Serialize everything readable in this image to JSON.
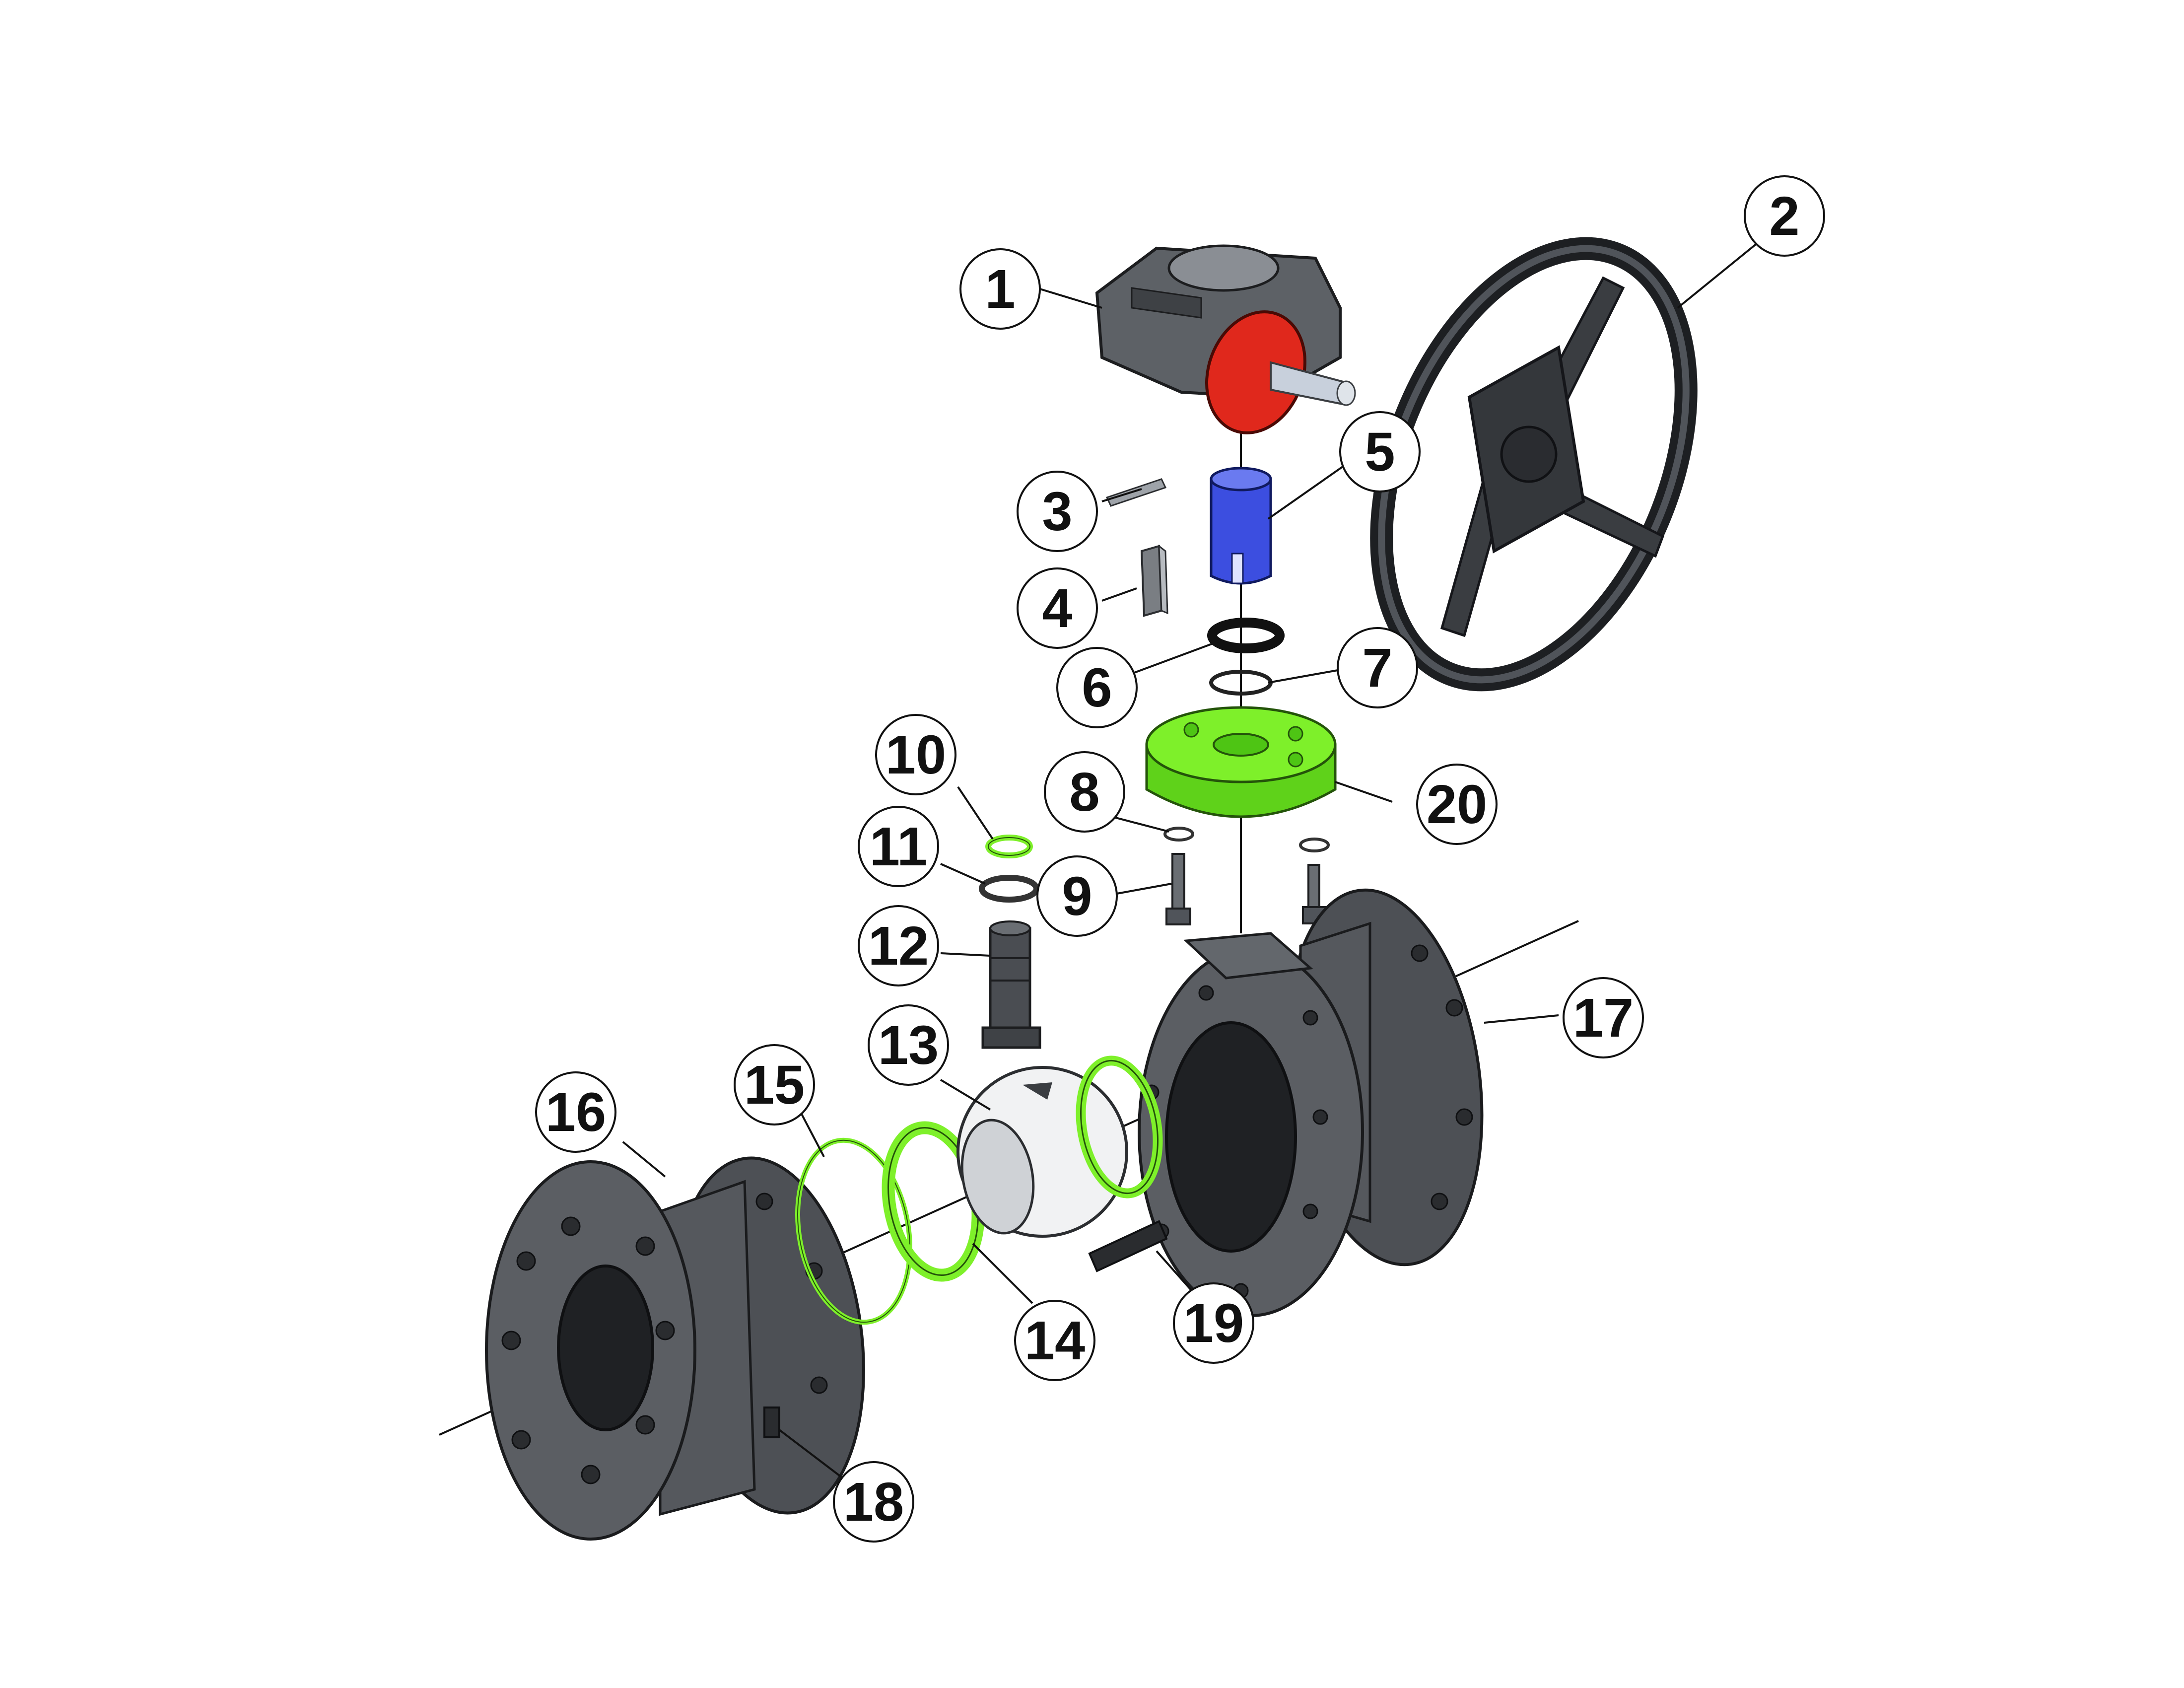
{
  "diagram": {
    "callouts": [
      "1",
      "2",
      "3",
      "4",
      "5",
      "6",
      "7",
      "8",
      "9",
      "10",
      "11",
      "12",
      "13",
      "14",
      "15",
      "16",
      "17",
      "18",
      "19",
      "20"
    ]
  },
  "colors": {
    "gearbox_body": "#5d6166",
    "gearbox_flange": "#e0281c",
    "stem_adapter": "#3c4ee0",
    "bonnet_plate": "#7ef02a",
    "seat_ring": "#7ef02a",
    "handwheel": "#3a3d41",
    "ball": "#f1f2f3",
    "body": "#5b5e63"
  },
  "parts": [
    {
      "callout": "1",
      "icon": "gearbox-icon"
    },
    {
      "callout": "2",
      "icon": "handwheel-icon"
    },
    {
      "callout": "3",
      "icon": "pin-icon"
    },
    {
      "callout": "4",
      "icon": "key-icon"
    },
    {
      "callout": "5",
      "icon": "stem-adapter-icon"
    },
    {
      "callout": "6",
      "icon": "gasket-icon"
    },
    {
      "callout": "7",
      "icon": "o-ring-icon"
    },
    {
      "callout": "8",
      "icon": "lock-washer-icon"
    },
    {
      "callout": "9",
      "icon": "bolt-icon"
    },
    {
      "callout": "10",
      "icon": "o-ring-icon"
    },
    {
      "callout": "11",
      "icon": "thrust-washer-icon"
    },
    {
      "callout": "12",
      "icon": "stem-icon"
    },
    {
      "callout": "13",
      "icon": "ball-icon"
    },
    {
      "callout": "14",
      "icon": "seat-ring-icon"
    },
    {
      "callout": "15",
      "icon": "body-seal-icon"
    },
    {
      "callout": "16",
      "icon": "end-flange-icon"
    },
    {
      "callout": "17",
      "icon": "body-flange-icon"
    },
    {
      "callout": "18",
      "icon": "nut-icon"
    },
    {
      "callout": "19",
      "icon": "stud-icon"
    },
    {
      "callout": "20",
      "icon": "mounting-plate-icon"
    }
  ]
}
